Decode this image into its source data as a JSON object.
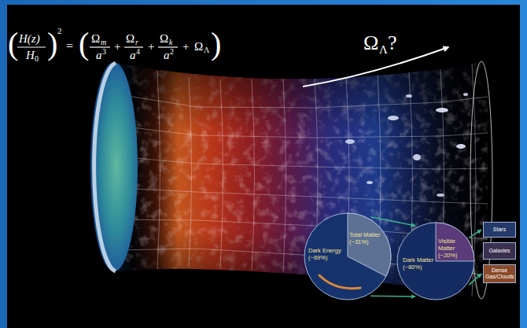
{
  "diagram": {
    "nodes": [
      {
        "text": [
          "Total Matter (~31%)",
          "Dark Energy (~69%)"
        ]
      },
      {
        "text": [
          "Visible Matter (~20%)",
          "Dark Matter (~80%)"
        ]
      },
      {
        "text": [
          "Stars"
        ]
      },
      {
        "text": [
          "Galaxies"
        ]
      },
      {
        "text": [
          "Dense Gas/Clouds"
        ]
      }
    ],
    "edges": [
      {
        "from": 0,
        "to": 1,
        "arrow": "to"
      },
      {
        "from": 0,
        "to": 1,
        "arrow": "to"
      },
      {
        "from": 1,
        "to": 2,
        "arrow": "to"
      },
      {
        "from": 1,
        "to": 4,
        "arrow": "to"
      }
    ],
    "labels": [
      "(",
      "H(z)",
      "H",
      "0",
      ")",
      "2",
      "=",
      "(",
      "Ω",
      "m",
      "a",
      "3",
      "+",
      "Ω",
      "r",
      "a",
      "4",
      "+",
      "Ω",
      "k",
      "a",
      "2",
      "+",
      "Ω",
      "Λ",
      ")",
      "Ω",
      "Λ",
      "?"
    ]
  }
}
